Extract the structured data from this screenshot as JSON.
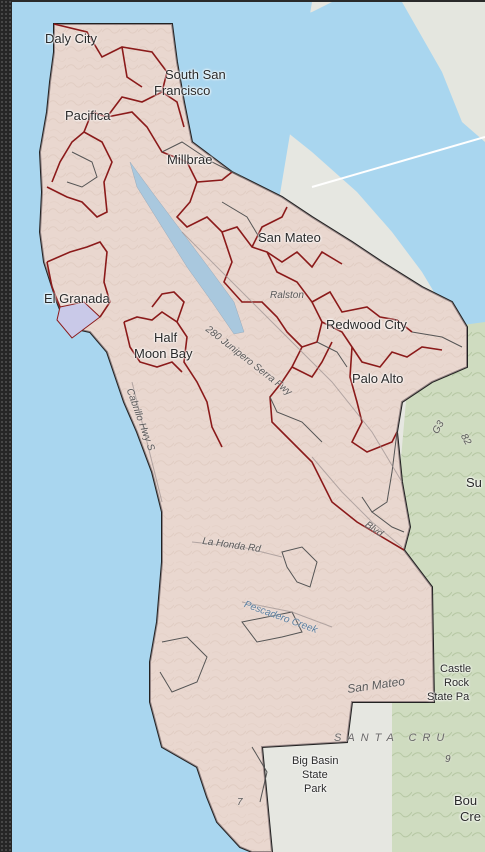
{
  "map": {
    "colors": {
      "water": "#a9d6ef",
      "land": "#e4e6df",
      "hills": "#c9d5b7",
      "county_fill": "#f3dede",
      "district_line": "#8b1a1a",
      "outline": "#222222"
    },
    "places": [
      {
        "id": "daly-city",
        "text": "Daly City"
      },
      {
        "id": "south-sf-1",
        "text": "South San"
      },
      {
        "id": "south-sf-2",
        "text": "Francisco"
      },
      {
        "id": "pacifica",
        "text": "Pacifica"
      },
      {
        "id": "millbrae",
        "text": "Millbrae"
      },
      {
        "id": "san-mateo",
        "text": "San Mateo"
      },
      {
        "id": "el-granada",
        "text": "El Granada"
      },
      {
        "id": "half-moon-bay-1",
        "text": "Half"
      },
      {
        "id": "half-moon-bay-2",
        "text": "Moon Bay"
      },
      {
        "id": "redwood-city",
        "text": "Redwood City"
      },
      {
        "id": "palo-alto",
        "text": "Palo Alto"
      },
      {
        "id": "castle-rock-1",
        "text": "Castle"
      },
      {
        "id": "castle-rock-2",
        "text": "Rock"
      },
      {
        "id": "castle-rock-3",
        "text": "State Pa"
      },
      {
        "id": "big-basin-1",
        "text": "Big Basin"
      },
      {
        "id": "big-basin-2",
        "text": "State"
      },
      {
        "id": "big-basin-3",
        "text": "Park"
      },
      {
        "id": "sunnyvale",
        "text": "Su"
      },
      {
        "id": "boulder-creek-1",
        "text": "Bou"
      },
      {
        "id": "boulder-creek-2",
        "text": "Cre"
      }
    ],
    "roads": [
      {
        "id": "la-honda-rd",
        "text": "La Honda Rd"
      },
      {
        "id": "pescadero-creek",
        "text": "Pescadero Creek"
      },
      {
        "id": "junipero-serra",
        "text": "280 Junipero Serra Fwy"
      },
      {
        "id": "alston",
        "text": "Ralston"
      },
      {
        "id": "cabrillo-hwy",
        "text": "Cabrillo Hwy S"
      },
      {
        "id": "skyline-blvd",
        "text": "Blvd"
      },
      {
        "id": "san-mateo-county",
        "text": "San Mateo"
      },
      {
        "id": "santa-cruz",
        "text": "SANTA CRU"
      },
      {
        "id": "hwy-g3",
        "text": "G3"
      },
      {
        "id": "hwy-82",
        "text": "82"
      },
      {
        "id": "hwy-9",
        "text": "9"
      },
      {
        "id": "hwy-7",
        "text": "7"
      }
    ]
  }
}
